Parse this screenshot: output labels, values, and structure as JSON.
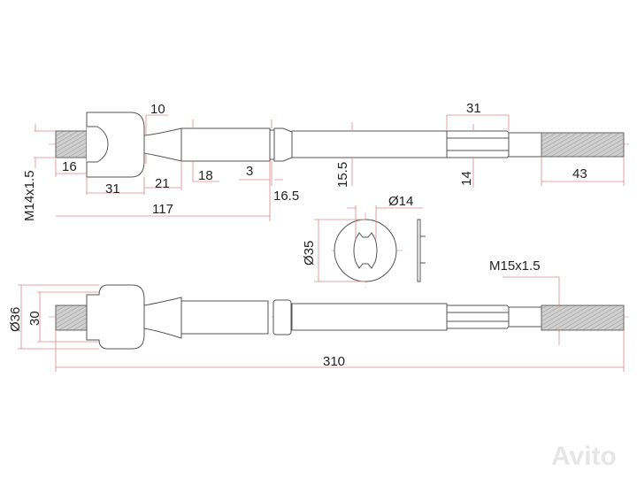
{
  "drawing": {
    "top_view": {
      "thread_label": "M14x1.5",
      "dims": {
        "neck_diameter": "10",
        "thread_length": "16",
        "housing_length": "31",
        "neck_length": "21",
        "shaft_diameter": "18",
        "groove_width": "3",
        "collar_diameter": "16.5",
        "inner_length": "117",
        "rod_diameter": "15.5",
        "spline_length": "31",
        "spline_diameter": "14",
        "end_thread_length": "43"
      }
    },
    "washer": {
      "inner_diameter": "Ø14",
      "outer_diameter": "Ø35"
    },
    "bottom_view": {
      "thread_label": "M15x1.5",
      "housing_outer": "Ø36",
      "housing_inner": "30",
      "total_length": "310"
    }
  },
  "watermark": "Avito"
}
